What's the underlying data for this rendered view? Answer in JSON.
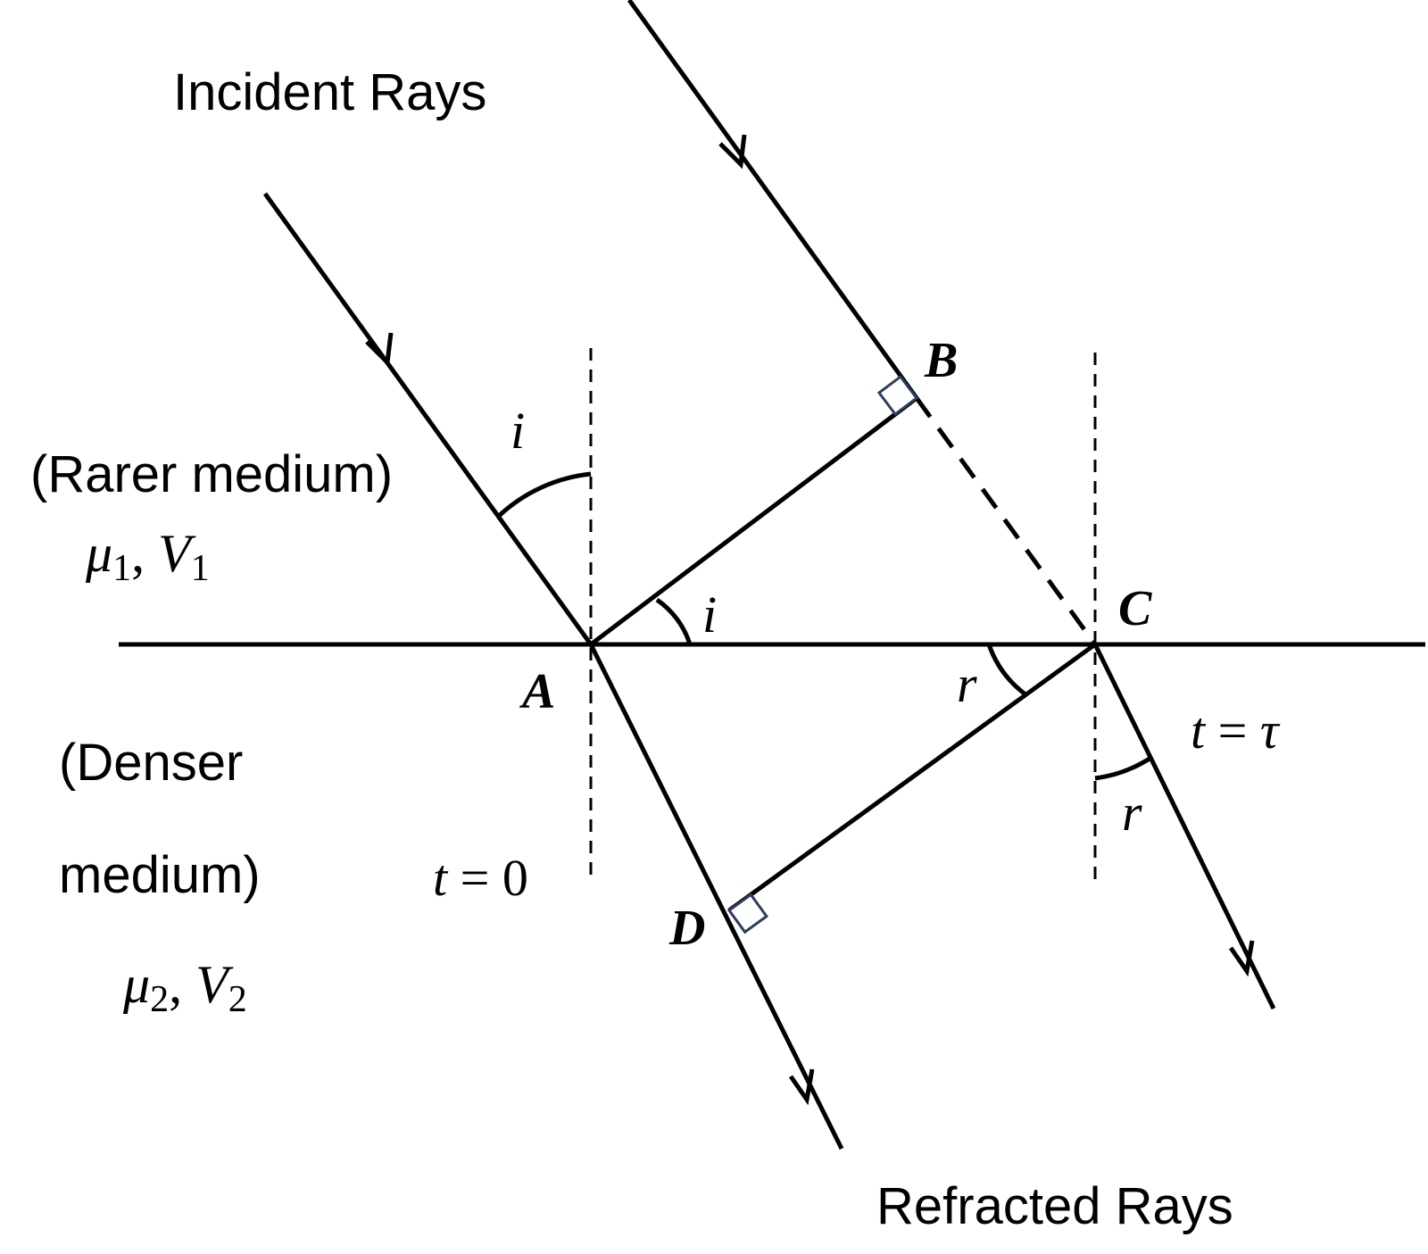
{
  "labels": {
    "incident_rays": "Incident Rays",
    "refracted_rays": "Refracted Rays",
    "rarer_medium": "(Rarer medium)",
    "denser_line1": "(Denser",
    "denser_line2": "medium)"
  },
  "media": {
    "rarer": {
      "mu": "μ",
      "mu_sub": "1",
      "sep": ", ",
      "v": "V",
      "v_sub": "1"
    },
    "denser": {
      "mu": "μ",
      "mu_sub": "2",
      "sep": ", ",
      "v": "V",
      "v_sub": "2"
    }
  },
  "points": {
    "A": "A",
    "B": "B",
    "C": "C",
    "D": "D"
  },
  "angles": {
    "i_incidence": "i",
    "i_wavefront": "i",
    "r_wavefront": "r",
    "r_refraction": "r"
  },
  "times": {
    "t0": {
      "t": "t",
      "eq": " = ",
      "val": "0"
    },
    "ttau": {
      "t": "t",
      "eq": " = ",
      "val": "τ"
    }
  },
  "colors": {
    "line": "#000000",
    "right_angle_marker": "#2c3e5c"
  }
}
